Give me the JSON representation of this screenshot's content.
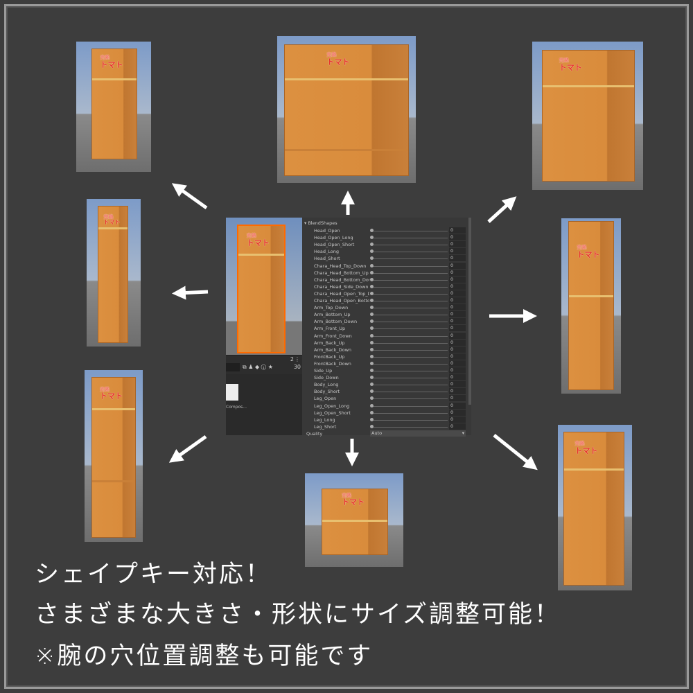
{
  "box_label": {
    "small": "完熟",
    "main": "トマト"
  },
  "inspector": {
    "section": "BlendShapes",
    "blendshapes": [
      {
        "name": "Head_Open",
        "value": "0"
      },
      {
        "name": "Head_Open_Long",
        "value": "0"
      },
      {
        "name": "Head_Open_Short",
        "value": "0"
      },
      {
        "name": "Head_Long",
        "value": "0"
      },
      {
        "name": "Head_Short",
        "value": "0"
      },
      {
        "name": "Chara_Head_Top_Down",
        "value": "0"
      },
      {
        "name": "Chara_Head_Bottom_Up",
        "value": "0"
      },
      {
        "name": "Chara_Head_Bottom_Down",
        "value": "0"
      },
      {
        "name": "Chara_Head_Side_Down",
        "value": "0"
      },
      {
        "name": "Chara_Head_Open_Top_Down",
        "value": "0"
      },
      {
        "name": "Chara_Head_Open_Bottom_Up",
        "value": "0"
      },
      {
        "name": "Arm_Top_Down",
        "value": "0"
      },
      {
        "name": "Arm_Bottom_Up",
        "value": "0"
      },
      {
        "name": "Arm_Bottom_Down",
        "value": "0"
      },
      {
        "name": "Arm_Front_Up",
        "value": "0"
      },
      {
        "name": "Arm_Front_Down",
        "value": "0"
      },
      {
        "name": "Arm_Back_Up",
        "value": "0"
      },
      {
        "name": "Arm_Back_Down",
        "value": "0"
      },
      {
        "name": "FrontBack_Up",
        "value": "0"
      },
      {
        "name": "FrontBack_Down",
        "value": "0"
      },
      {
        "name": "Side_Up",
        "value": "0"
      },
      {
        "name": "Side_Down",
        "value": "0"
      },
      {
        "name": "Body_Long",
        "value": "0"
      },
      {
        "name": "Body_Short",
        "value": "0"
      },
      {
        "name": "Leg_Open",
        "value": "0"
      },
      {
        "name": "Leg_Open_Long",
        "value": "0"
      },
      {
        "name": "Leg_Open_Short",
        "value": "0"
      },
      {
        "name": "Leg_Long",
        "value": "0"
      },
      {
        "name": "Leg_Short",
        "value": "0"
      }
    ],
    "quality_label": "Quality",
    "quality_value": "Auto",
    "toolbar_count": "2",
    "hidden_count": "30",
    "asset_name": "Compos..."
  },
  "captions": [
    "シェイプキー対応！",
    "さまざまな大きさ・形状にサイズ調整可能！",
    "※腕の穴位置調整も可能です"
  ],
  "colors": {
    "background": "#3d3d3d",
    "box": "#d98c3c",
    "label": "#e8342c",
    "selection": "#ff6a00"
  }
}
